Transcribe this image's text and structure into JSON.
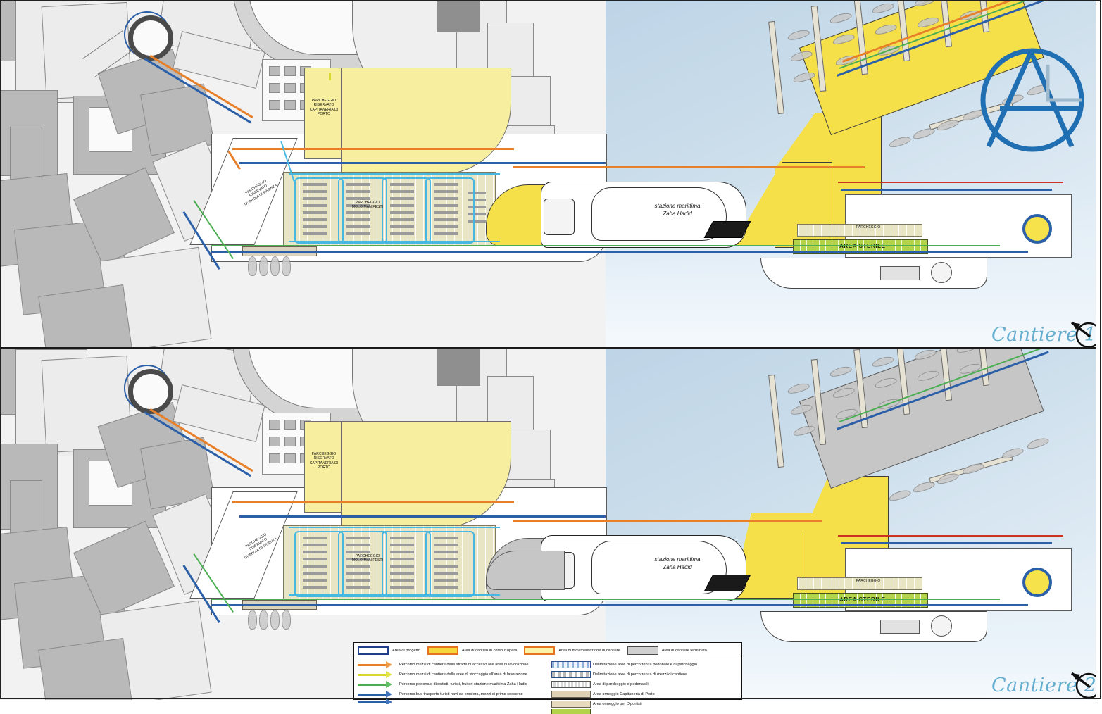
{
  "document": {
    "kind": "site-plan",
    "panels": [
      {
        "id": "cantiere-1",
        "title": "Cantiere 1"
      },
      {
        "id": "cantiere-2",
        "title": "Cantiere 2"
      }
    ]
  },
  "plan_labels": {
    "station": "stazione marittima\nZaha Hadid",
    "station_line1": "stazione marittima",
    "station_line2": "Zaha Hadid",
    "sterile_area": "AREA STERILE",
    "parking_guardia": "PARCHEGGIO\nRISERVATO\nGUARDIA DI FINANZA",
    "parking_guardia_l1": "PARCHEGGIO",
    "parking_guardia_l2": "RISERVATO",
    "parking_guardia_l3": "GUARDIA DI FINANZA",
    "parking_molo": "PARCHEGGIO\nMOLO MANIFESTI",
    "parking_molo_l1": "PARCHEGGIO",
    "parking_molo_l2": "MOLO MANIFESTI",
    "parking_top": "PARCHEGGIO\nRISERVATO\nCAPITANERIA DI PORTO",
    "parking_top_l1": "PARCHEGGIO",
    "parking_top_l2": "RISERVATO",
    "parking_top_l3": "CAPITANERIA DI PORTO",
    "parcheggio_small": "PARCHEGGIO"
  },
  "legend": {
    "areas": [
      {
        "id": "area-progetto",
        "label": "Area di progetto",
        "swatch": "proj"
      },
      {
        "id": "area-corso",
        "label": "Area di cantieri in corso d'opera",
        "swatch": "corso"
      },
      {
        "id": "area-movim",
        "label": "Area di movimentazione di cantiere",
        "swatch": "movim"
      },
      {
        "id": "area-terminato",
        "label": "Area di cantiere terminato",
        "swatch": "term"
      }
    ],
    "routes": [
      {
        "id": "route-mezzi-strade",
        "color": "a-orange",
        "label": "Percorso mezzi di cantiere dalle strade di accesso alle aree di lavorazione"
      },
      {
        "id": "route-mezzi-stocc",
        "color": "a-yellow",
        "label": "Percorso mezzi di cantiere dalle aree di stoccaggio all'area di lavorazione"
      },
      {
        "id": "route-pedonale",
        "color": "a-green",
        "label": "Percorso pedonale diportisti, turisti, fruitori  stazione marittima Zaha Hadid"
      },
      {
        "id": "route-bus",
        "color": "a-blue",
        "label": "Percorso bus trasporto turisti navi da crociera, mezzi di primo soccorso"
      }
    ],
    "zones": [
      {
        "id": "zone-delim-pedonale",
        "swatch": "bs-ped",
        "label": "Delimitazione aree di percorrenza pedonale e di parcheggio"
      },
      {
        "id": "zone-delim-mezzi",
        "swatch": "bs-mezzi",
        "label": "Delimitazione aree di percorrenza di mezzi di cantiere"
      },
      {
        "id": "zone-parcheggio",
        "swatch": "bs-park",
        "label": "Area di parcheggio e  pedonabili"
      },
      {
        "id": "zone-ormeggio-cap",
        "swatch": "bs-cap",
        "label": "Area ormeggio Capitaneria di Porto"
      },
      {
        "id": "zone-ormeggio-dip",
        "swatch": "bs-dip",
        "label": "Area ormeggio per Diportisti"
      }
    ]
  },
  "colors": {
    "project_outline": "#1f3f86",
    "worksite_active": "#f5d73c",
    "worksite_active_border": "#e8731e",
    "worksite_handling": "#fbf3a8",
    "worksite_done": "#d0d0d0",
    "route_orange": "#e8802a",
    "route_yellow": "#d8d82f",
    "route_green": "#4cae52",
    "route_blue": "#2b5fa8",
    "route_cyan": "#45b7e0",
    "sterile_green": "#b2d34a",
    "sea": "#c9dcea",
    "land": "#f2f2f2",
    "logo_blue": "#1f6fb2",
    "cantiere_text": "#66aed0"
  }
}
